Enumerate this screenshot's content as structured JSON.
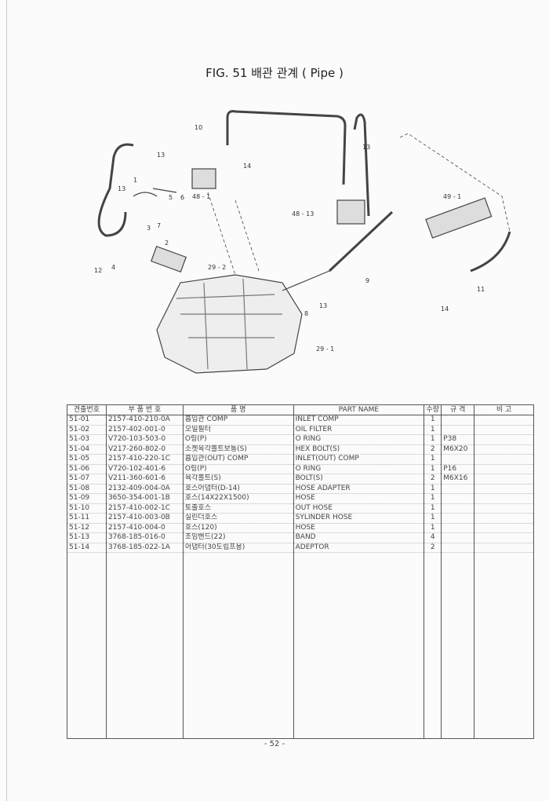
{
  "title": "FIG. 51 배관 관계 ( Pipe )",
  "diagram_labels": {
    "l10": "10",
    "l13a": "13",
    "l14a": "14",
    "l13b": "13",
    "l1": "1",
    "l13c": "13",
    "l3": "3",
    "l5": "5",
    "l6": "6",
    "l7": "7",
    "l481": "48 - 1",
    "l4813": "48 - 13",
    "l491": "49 - 1",
    "l12": "12",
    "l4": "4",
    "l2": "2",
    "l292": "29 - 2",
    "l9": "9",
    "l13d": "13",
    "l8": "8",
    "l11": "11",
    "l14b": "14",
    "l291": "29 - 1"
  },
  "table": {
    "headers": [
      "견출번호",
      "부 품 번 호",
      "품         명",
      "PART NAME",
      "수량",
      "규    격",
      "비        고"
    ],
    "rows": [
      [
        "51-01",
        "2157-410-210-0A",
        "흡입관 COMP",
        "INLET COMP",
        "1",
        "",
        ""
      ],
      [
        "51-02",
        "2157-402-001-0",
        "오일필터",
        "OIL FILTER",
        "1",
        "",
        ""
      ],
      [
        "51-03",
        "V720-103-503-0",
        "O링(P)",
        "O RING",
        "1",
        "P38",
        ""
      ],
      [
        "51-04",
        "V217-260-802-0",
        "소켓육각볼트보통(S)",
        "HEX BOLT(S)",
        "2",
        "M6X20",
        ""
      ],
      [
        "51-05",
        "2157-410-220-1C",
        "흡입관(OUT) COMP",
        "INLET(OUT) COMP",
        "1",
        "",
        ""
      ],
      [
        "51-06",
        "V720-102-401-6",
        "O링(P)",
        "O RING",
        "1",
        "P16",
        ""
      ],
      [
        "51-07",
        "V211-360-601-6",
        "육각볼트(S)",
        "BOLT(S)",
        "2",
        "M6X16",
        ""
      ],
      [
        "51-08",
        "2132-409-004-0A",
        "호스어댑터(D-14)",
        "HOSE ADAPTER",
        "1",
        "",
        ""
      ],
      [
        "51-09",
        "3650-354-001-1B",
        "호스(14X22X1500)",
        "HOSE",
        "1",
        "",
        ""
      ],
      [
        "51-10",
        "2157-410-002-1C",
        "토출호스",
        "OUT HOSE",
        "1",
        "",
        ""
      ],
      [
        "51-11",
        "2157-410-003-0B",
        "실린더호스",
        "SYLINDER HOSE",
        "1",
        "",
        ""
      ],
      [
        "51-12",
        "2157-410-004-0",
        "호스(120)",
        "HOSE",
        "1",
        "",
        ""
      ],
      [
        "51-13",
        "3768-185-016-0",
        "조임밴드(22)",
        "BAND",
        "4",
        "",
        ""
      ],
      [
        "51-14",
        "3768-185-022-1A",
        "어댑터(30도립프용)",
        "ADEPTOR",
        "2",
        "",
        ""
      ]
    ]
  },
  "page_number": "- 52 -"
}
